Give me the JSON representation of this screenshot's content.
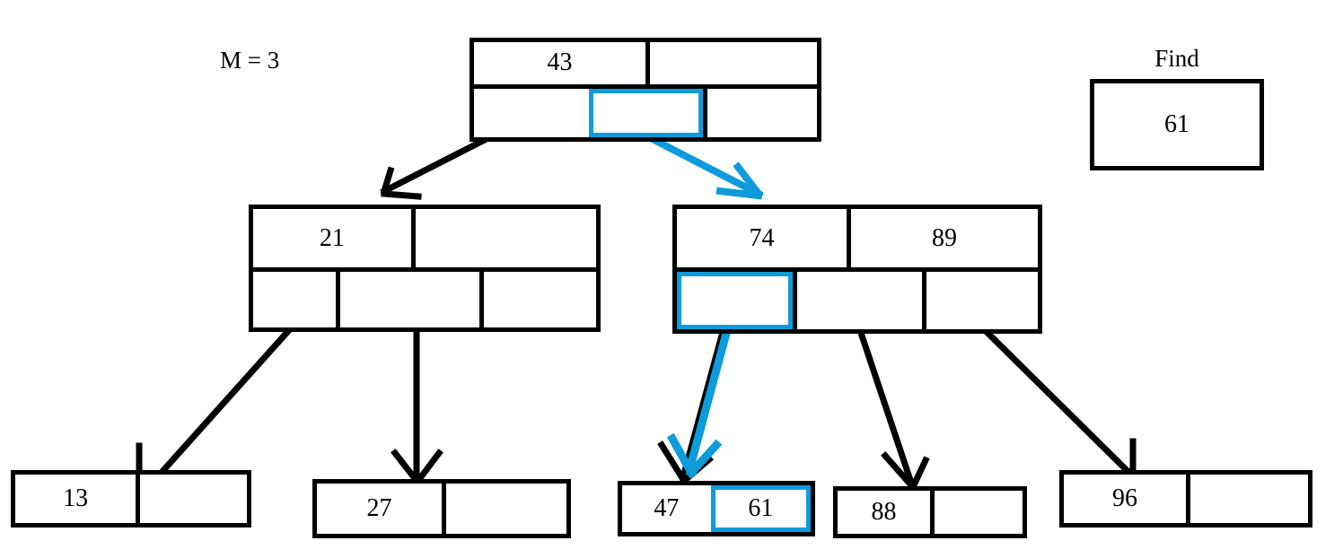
{
  "diagram": {
    "title_label": "M = 3",
    "colors": {
      "ink": "#000000",
      "highlight": "#0E9BDB",
      "background": "#ffffff"
    }
  },
  "find_panel": {
    "caption": "Find",
    "value": "61"
  },
  "tree": {
    "order": "3",
    "root": {
      "id": "root-node",
      "keys": [
        {
          "label": "43",
          "highlighted": false
        },
        {
          "label": "",
          "highlighted": false
        }
      ],
      "pointers": [
        {
          "label": "",
          "highlighted": false
        },
        {
          "label": "",
          "highlighted": true
        },
        {
          "label": "",
          "highlighted": false
        }
      ]
    },
    "internal": [
      {
        "id": "internal-node-left",
        "keys": [
          {
            "label": "21",
            "highlighted": false
          },
          {
            "label": "",
            "highlighted": false
          }
        ],
        "pointers": [
          {
            "label": "",
            "highlighted": false
          },
          {
            "label": "",
            "highlighted": false
          },
          {
            "label": "",
            "highlighted": false
          }
        ]
      },
      {
        "id": "internal-node-right",
        "keys": [
          {
            "label": "74",
            "highlighted": false
          },
          {
            "label": "89",
            "highlighted": false
          }
        ],
        "pointers": [
          {
            "label": "",
            "highlighted": true
          },
          {
            "label": "",
            "highlighted": false
          },
          {
            "label": "",
            "highlighted": false
          }
        ]
      }
    ],
    "leaves": [
      {
        "id": "leaf-node-13",
        "cells": [
          {
            "label": "13",
            "highlighted": false
          },
          {
            "label": "",
            "highlighted": false
          }
        ]
      },
      {
        "id": "leaf-node-27",
        "cells": [
          {
            "label": "27",
            "highlighted": false
          },
          {
            "label": "",
            "highlighted": false
          }
        ]
      },
      {
        "id": "leaf-node-47-61",
        "cells": [
          {
            "label": "47",
            "highlighted": false
          },
          {
            "label": "61",
            "highlighted": true
          }
        ]
      },
      {
        "id": "leaf-node-88",
        "cells": [
          {
            "label": "88",
            "highlighted": false
          },
          {
            "label": "",
            "highlighted": false
          }
        ]
      },
      {
        "id": "leaf-node-96",
        "cells": [
          {
            "label": "96",
            "highlighted": false
          },
          {
            "label": "",
            "highlighted": false
          }
        ]
      }
    ],
    "edges": [
      {
        "name": "edge-root-to-left-internal",
        "color": "#000000"
      },
      {
        "name": "edge-root-to-right-internal",
        "color": "#0E9BDB"
      },
      {
        "name": "edge-left-internal-to-leaf-13",
        "color": "#000000"
      },
      {
        "name": "edge-left-internal-to-leaf-27",
        "color": "#000000"
      },
      {
        "name": "edge-right-internal-to-leaf-47-61",
        "color": "#0E9BDB"
      },
      {
        "name": "edge-right-internal-to-leaf-88",
        "color": "#000000"
      },
      {
        "name": "edge-right-internal-to-leaf-96",
        "color": "#000000"
      }
    ]
  }
}
